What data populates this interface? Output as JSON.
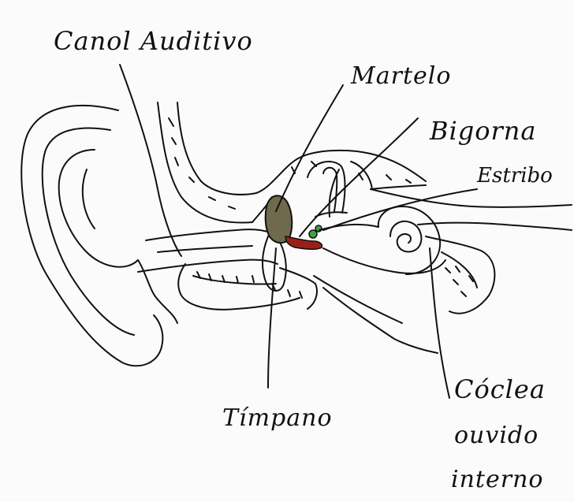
{
  "title": "",
  "labels": {
    "canal": "Canol Auditivo",
    "martelo": "Martelo",
    "bigorna": "Bigorna",
    "estribo": "Estribo",
    "timpano": "Tímpano",
    "coclea_1": "Cóclea",
    "coclea_2": "ouvido",
    "coclea_3": "interno"
  },
  "colors": {
    "ink": "#111111",
    "paper": "#fbfbfb",
    "martelo_fill": "#6f6a4e",
    "bigorna_fill": "#9a1f16",
    "estribo_fill": "#3aa640"
  }
}
